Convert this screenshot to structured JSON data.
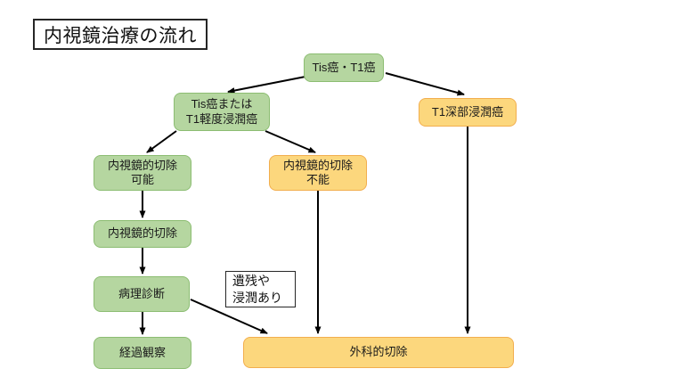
{
  "title": {
    "text": "内視鏡治療の流れ"
  },
  "colors": {
    "green_fill": "#b5d6a0",
    "green_border": "#8cbd72",
    "orange_fill": "#fcd77d",
    "orange_border": "#f2ae4e",
    "arrow": "#000000",
    "background": "#ffffff"
  },
  "nodes": {
    "tis_t1": {
      "label": "Tis癌・T1癌",
      "variant": "green"
    },
    "tis_or_mild": {
      "label": "Tis癌または\nT1軽度浸潤癌",
      "variant": "green"
    },
    "t1_deep": {
      "label": "T1深部浸潤癌",
      "variant": "orange"
    },
    "endoscopic_possible": {
      "label": "内視鏡的切除\n可能",
      "variant": "green"
    },
    "endoscopic_impossible": {
      "label": "内視鏡的切除\n不能",
      "variant": "orange"
    },
    "endoscopic_resection": {
      "label": "内視鏡的切除",
      "variant": "green"
    },
    "pathological_diagnosis": {
      "label": "病理診断",
      "variant": "green"
    },
    "follow_up": {
      "label": "経過観察",
      "variant": "green"
    },
    "surgical_resection": {
      "label": "外科的切除",
      "variant": "orange"
    }
  },
  "edge_labels": {
    "residual_invasion": "遺残や\n浸潤あり"
  }
}
